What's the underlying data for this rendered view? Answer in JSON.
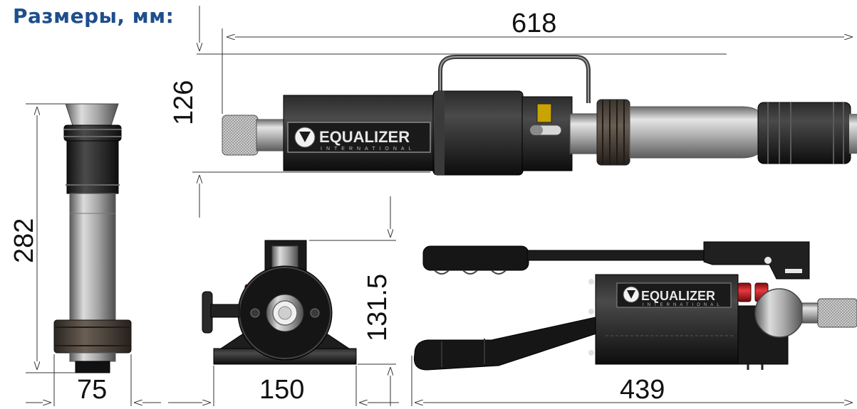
{
  "title": "Размеры, мм:",
  "brand": {
    "name": "EQUALIZER",
    "sub": "INTERNATIONAL"
  },
  "dimensions": {
    "overall_length": "618",
    "body_height": "126",
    "tool_height": "282",
    "tool_diameter": "75",
    "pump_height": "131.5",
    "pump_width": "150",
    "pump_length": "439"
  },
  "colors": {
    "title": "#1f4e8c",
    "body": "#141414",
    "metal": "#a9a9a9",
    "accent_red": "#c4161c"
  }
}
